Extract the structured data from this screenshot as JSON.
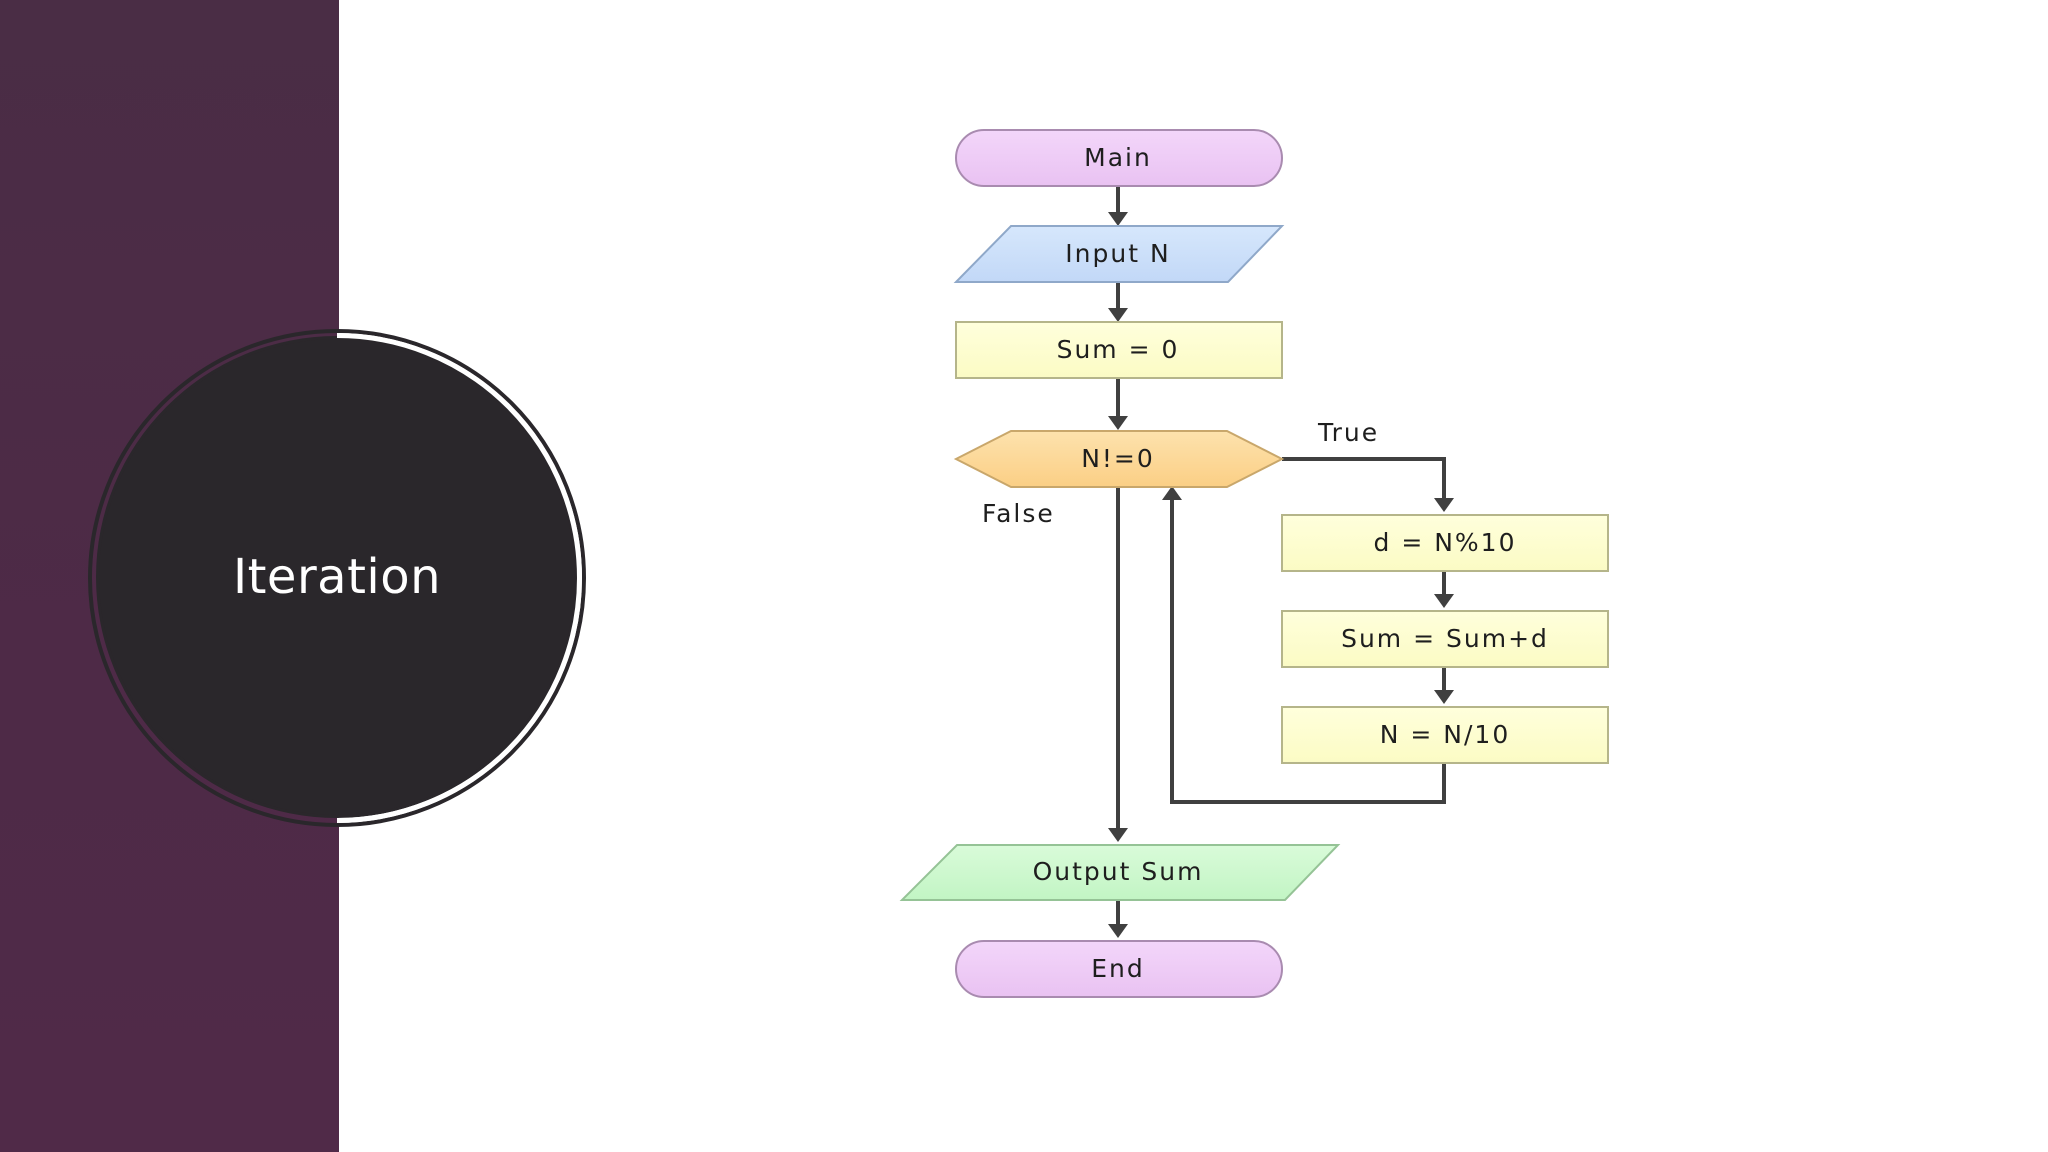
{
  "slide": {
    "title": "Iteration"
  },
  "colors": {
    "side_panel": "#4e2a47",
    "circle": "#2a272b",
    "terminal_fill": "#f0ccf7",
    "input_fill": "#cce0fa",
    "process_fill": "#fefed2",
    "decision_fill": "#fdd99a",
    "output_fill": "#cdf9ce",
    "connector": "#404040"
  },
  "flowchart": {
    "nodes": {
      "main": {
        "label": "Main",
        "shape": "terminal"
      },
      "input": {
        "label": "Input N",
        "shape": "parallelogram"
      },
      "init": {
        "label": "Sum = 0",
        "shape": "process"
      },
      "cond": {
        "label": "N!=0",
        "shape": "decision"
      },
      "digit": {
        "label": "d = N%10",
        "shape": "process"
      },
      "accumulate": {
        "label": "Sum = Sum+d",
        "shape": "process"
      },
      "divide": {
        "label": "N = N/10",
        "shape": "process"
      },
      "output": {
        "label": "Output Sum",
        "shape": "parallelogram"
      },
      "end": {
        "label": "End",
        "shape": "terminal"
      }
    },
    "edge_labels": {
      "true_label": "True",
      "false_label": "False"
    }
  }
}
